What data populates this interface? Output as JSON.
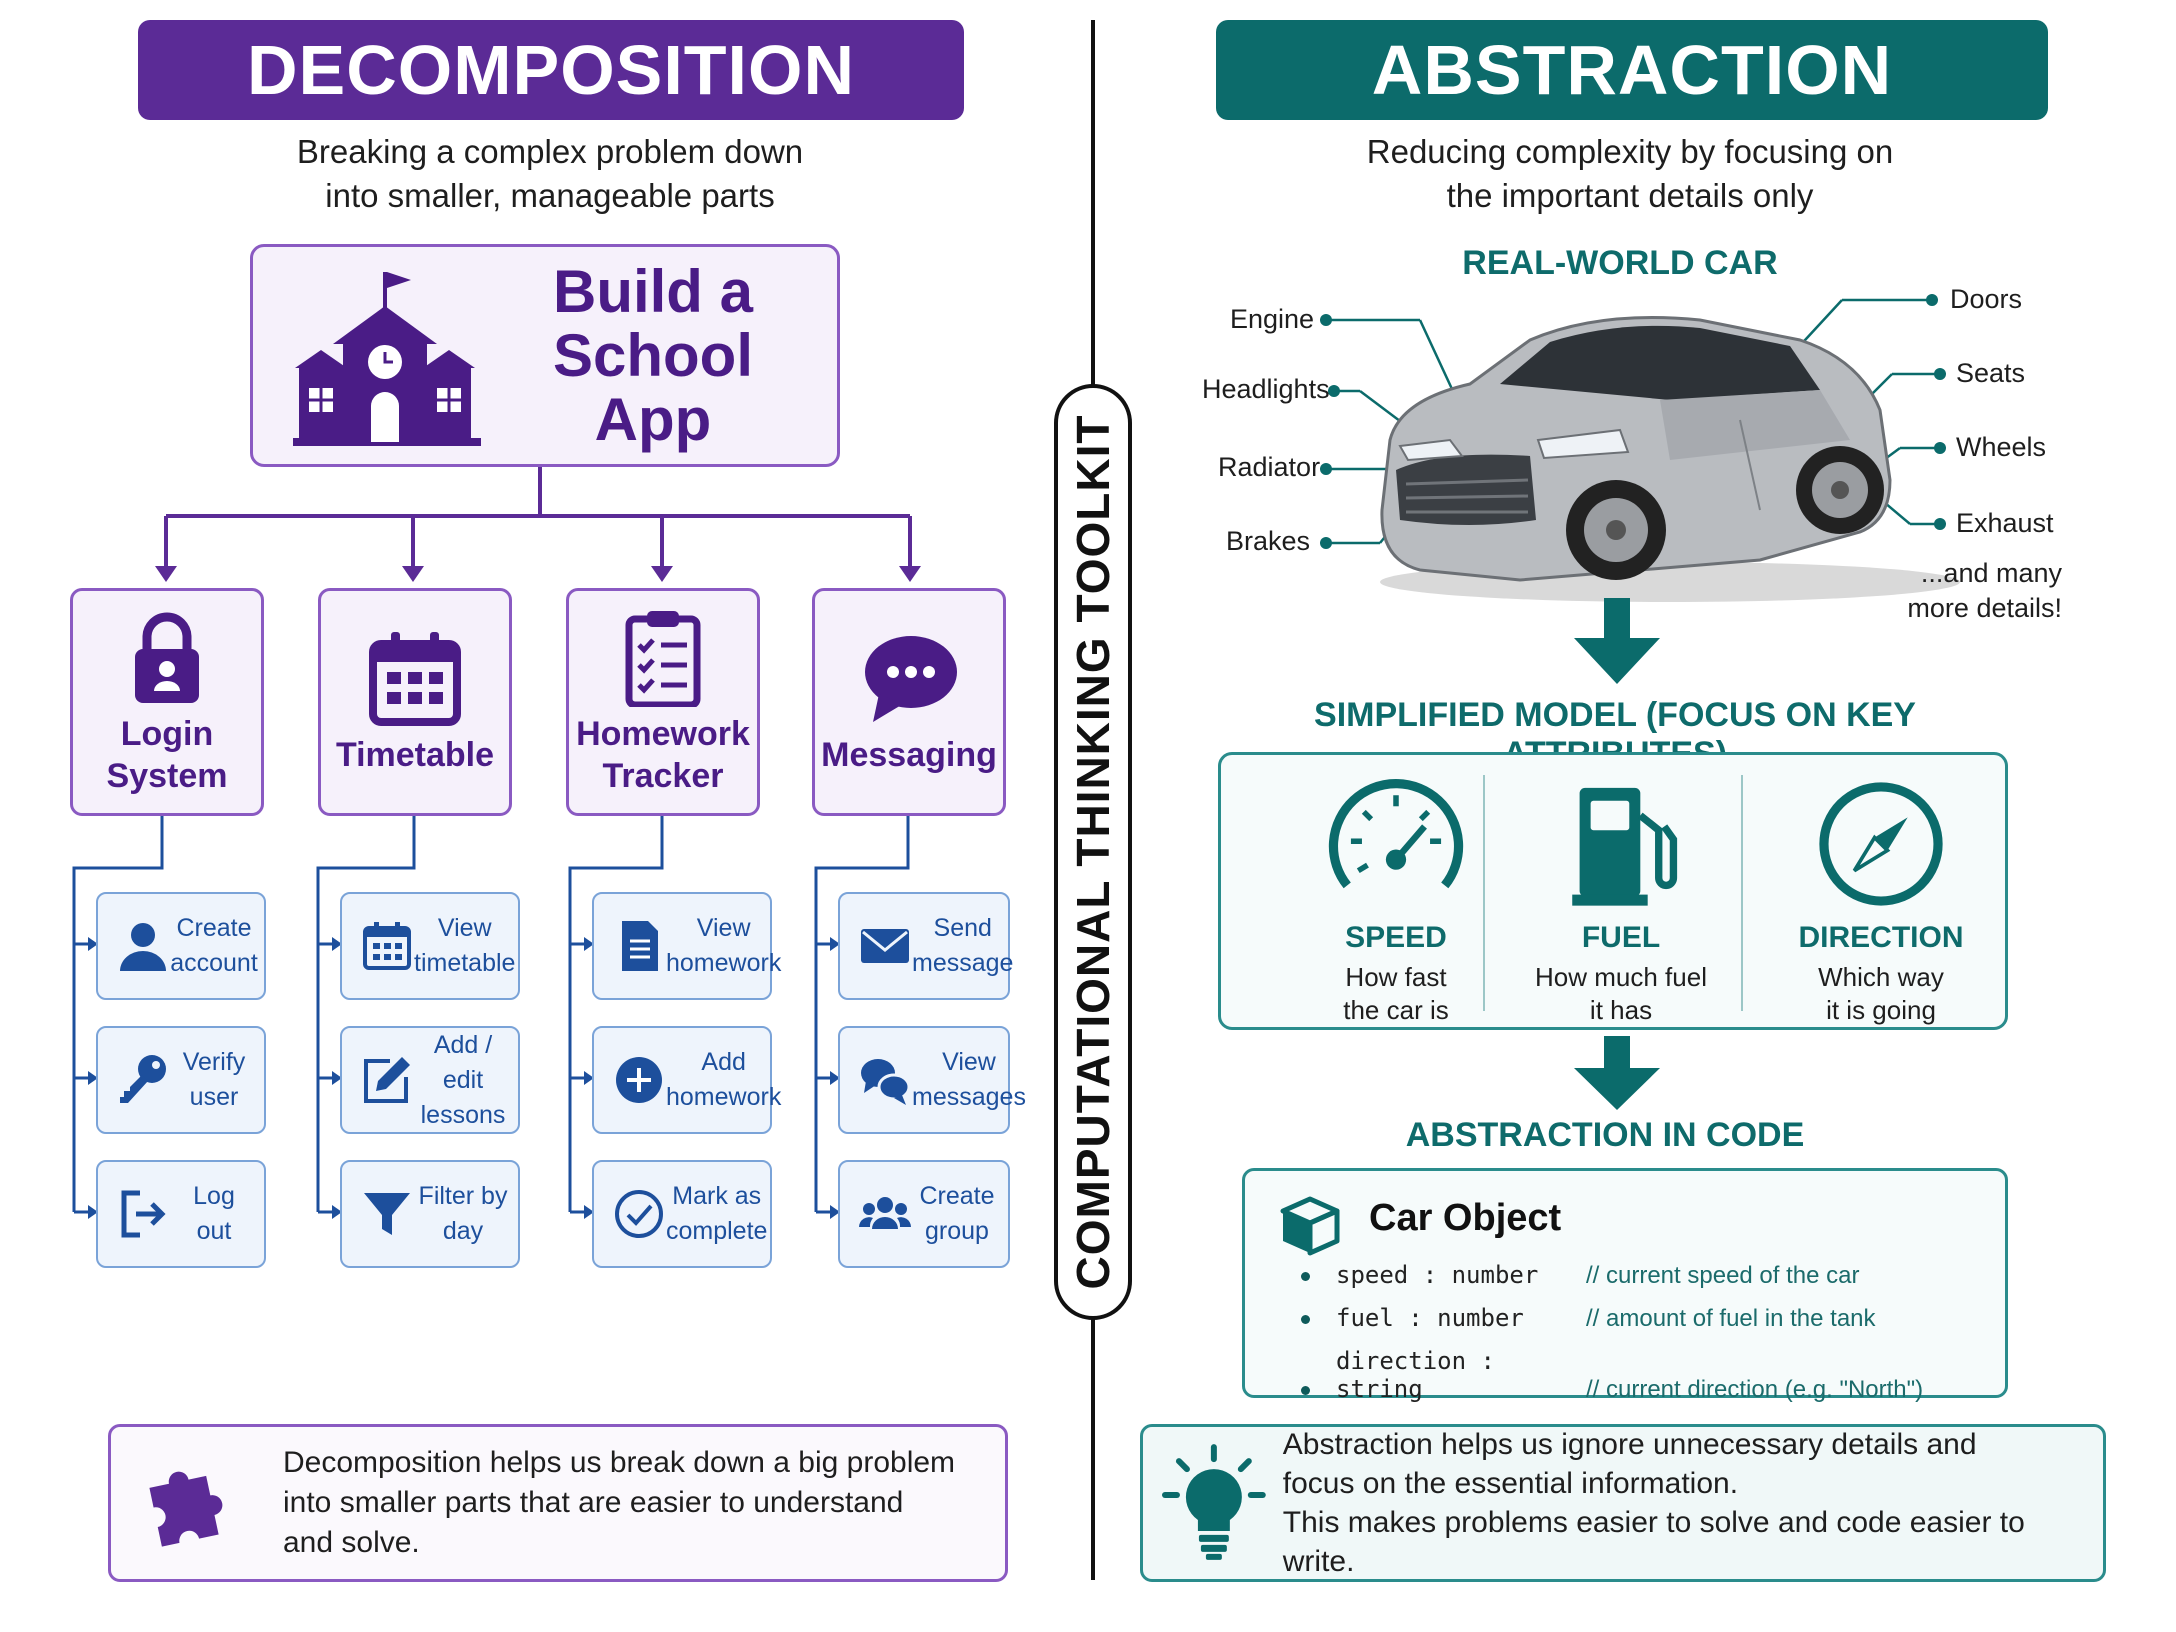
{
  "left": {
    "banner": "DECOMPOSITION",
    "subtitle_line1": "Breaking a complex problem down",
    "subtitle_line2": "into smaller, manageable parts",
    "main_title_line1": "Build a",
    "main_title_line2": "School App",
    "categories": [
      {
        "line1": "Login",
        "line2": "System",
        "icon": "lock-icon",
        "subs": [
          {
            "l1": "Create",
            "l2": "account",
            "icon": "user-icon"
          },
          {
            "l1": "Verify",
            "l2": "user",
            "icon": "key-icon"
          },
          {
            "l1": "Log",
            "l2": "out",
            "icon": "logout-icon"
          }
        ]
      },
      {
        "line1": "Timetable",
        "line2": "",
        "icon": "calendar-icon",
        "subs": [
          {
            "l1": "View",
            "l2": "timetable",
            "icon": "calendar-icon"
          },
          {
            "l1": "Add / edit",
            "l2": "lessons",
            "icon": "edit-icon"
          },
          {
            "l1": "Filter by",
            "l2": "day",
            "icon": "filter-icon"
          }
        ]
      },
      {
        "line1": "Homework",
        "line2": "Tracker",
        "icon": "clipboard-icon",
        "subs": [
          {
            "l1": "View",
            "l2": "homework",
            "icon": "document-icon"
          },
          {
            "l1": "Add",
            "l2": "homework",
            "icon": "plus-icon"
          },
          {
            "l1": "Mark as",
            "l2": "complete",
            "icon": "check-icon"
          }
        ]
      },
      {
        "line1": "Messaging",
        "line2": "",
        "icon": "chat-icon",
        "subs": [
          {
            "l1": "Send",
            "l2": "message",
            "icon": "mail-icon"
          },
          {
            "l1": "View",
            "l2": "messages",
            "icon": "chats-icon"
          },
          {
            "l1": "Create",
            "l2": "group",
            "icon": "group-icon"
          }
        ]
      }
    ],
    "info_line1": "Decomposition helps us break down a big problem",
    "info_line2": "into smaller parts that are easier to understand",
    "info_line3": "and solve."
  },
  "center_label": "COMPUTATIONAL THINKING TOOLKIT",
  "right": {
    "banner": "ABSTRACTION",
    "subtitle_line1": "Reducing complexity by focusing on",
    "subtitle_line2": "the important details only",
    "car_heading": "REAL-WORLD CAR",
    "car_labels_left": [
      "Engine",
      "Headlights",
      "Radiator",
      "Brakes"
    ],
    "car_labels_right": [
      "Doors",
      "Seats",
      "Wheels",
      "Exhaust"
    ],
    "more_line1": "...and many",
    "more_line2": "more details!",
    "model_heading": "SIMPLIFIED MODEL (FOCUS ON KEY ATTRIBUTES)",
    "attributes": [
      {
        "name": "SPEED",
        "d1": "How fast",
        "d2": "the car is",
        "icon": "speedometer-icon"
      },
      {
        "name": "FUEL",
        "d1": "How much fuel",
        "d2": "it has",
        "icon": "fuel-pump-icon"
      },
      {
        "name": "DIRECTION",
        "d1": "Which way",
        "d2": "it is going",
        "icon": "compass-icon"
      }
    ],
    "code_heading": "ABSTRACTION IN CODE",
    "code_title": "Car Object",
    "code_rows": [
      {
        "field": "speed : number",
        "comment": "// current speed of the car"
      },
      {
        "field": "fuel  :  number",
        "comment": "// amount of fuel in the tank"
      },
      {
        "field": "direction : string",
        "comment": "// current direction (e.g. \"North\")"
      }
    ],
    "info_line1": "Abstraction helps us ignore unnecessary details and",
    "info_line2": "focus on the essential information.",
    "info_line3": "This makes problems easier to solve and code easier to write."
  },
  "colors": {
    "purple": "#5b2b96",
    "teal": "#0c6b6b",
    "blue": "#1d4f9c"
  }
}
